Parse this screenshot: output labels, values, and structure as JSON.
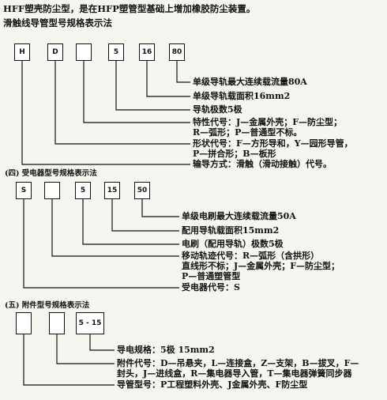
{
  "intro": "HFF塑壳防尘型，是在HFP塑管型基础上增加橡胶防尘装置。",
  "section1": {
    "title": "滑触线导管型号规格表示法",
    "boxes": [
      "H",
      "D",
      "",
      "5",
      "16",
      "80"
    ],
    "descriptions": [
      "单级导轨最大连续载流量80A",
      "单级导轨载面积16mm2",
      "导轨极数5极",
      "特性代号：J—金属外壳；F—防尘型；",
      "R—弧形；P—普通型不标。",
      "形状代号：F—方形导和，Y—园形导管，",
      "P—拼合形；B—板形",
      "输导方式：滑触（滑动接触）代号。"
    ]
  },
  "section2": {
    "title": "(四) 受电器型号规格表示法",
    "boxes": [
      "S",
      "",
      "5",
      "15",
      "50"
    ],
    "descriptions": [
      "单级电刷最大连续载流量50A",
      "配用导轨载面积15mm2",
      "电刷（配用导轨）极数5极",
      "移动轨迹代号：R—弧形（含拱形）",
      "直线形不标；J—金属外壳；F—防尘型；",
      "P—普通塑管型",
      "受电器代号：S"
    ]
  },
  "section3": {
    "title": "(五) 附件型号规格表示法",
    "boxes": [
      "",
      "",
      "5 - 15"
    ],
    "descriptions": [
      "导电规格：5极 15mm2",
      "附件代号：D—吊悬夹，L—连接盒，Z—支架，B—拔叉，F—",
      "封头，J—进线盒，R—集电器导入管，T—集电器弹簧同步器",
      "导管型号：P工程塑料外壳、J金属外壳、F防尘型"
    ]
  }
}
